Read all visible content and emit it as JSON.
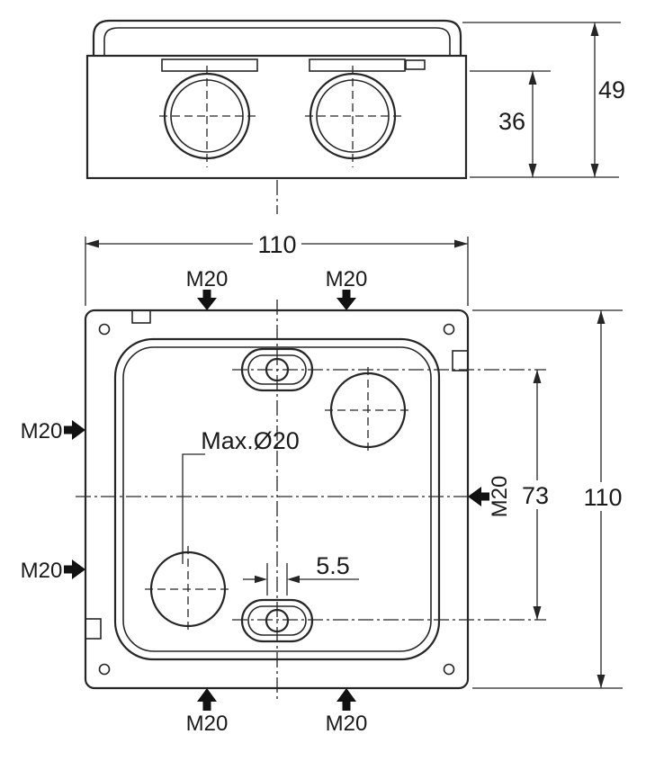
{
  "side_view": {
    "dim_inner_height": "36",
    "dim_total_height": "49"
  },
  "plan_view": {
    "dim_width": "110",
    "dim_height": "110",
    "dim_slot_spacing": "73",
    "dim_slot_hole_width": "5.5",
    "max_knockout_label": "Max.Ø20",
    "m20_top_left": "M20",
    "m20_top_right": "M20",
    "m20_left_upper": "M20",
    "m20_left_lower": "M20",
    "m20_right": "M20",
    "m20_bottom_left": "M20",
    "m20_bottom_right": "M20"
  }
}
